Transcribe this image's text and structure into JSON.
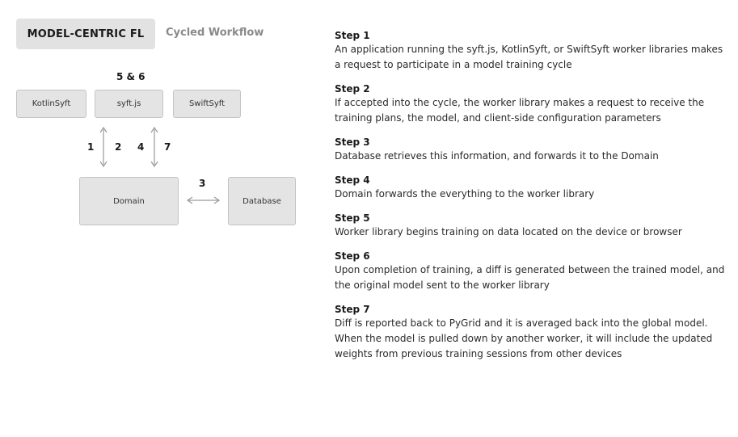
{
  "header": {
    "title": "MODEL-CENTRIC FL",
    "subtitle": "Cycled Workflow"
  },
  "diagram": {
    "nodes": {
      "kotlinsyft": "KotlinSyft",
      "syftjs": "syft.js",
      "swiftsyft": "SwiftSyft",
      "domain": "Domain",
      "database": "Database"
    },
    "labels": {
      "five_six": "5 & 6",
      "one": "1",
      "two": "2",
      "four": "4",
      "seven": "7",
      "three": "3"
    }
  },
  "steps": [
    {
      "title": "Step 1",
      "text": "An application running the syft.js, KotlinSyft, or SwiftSyft worker libraries makes a request to participate in a model training cycle"
    },
    {
      "title": "Step 2",
      "text": "If accepted into the cycle, the worker library makes a request to receive the training plans, the model, and client-side configuration parameters"
    },
    {
      "title": "Step 3",
      "text": "Database retrieves this information, and forwards it to the Domain"
    },
    {
      "title": "Step 4",
      "text": "Domain forwards the everything to the worker library"
    },
    {
      "title": "Step 5",
      "text": "Worker library begins training on data located on the device or browser"
    },
    {
      "title": "Step 6",
      "text": "Upon completion of training, a diff is generated between the trained model, and the original model sent to the worker library"
    },
    {
      "title": "Step 7",
      "text": "Diff is reported back to PyGrid and it is averaged back into the global model. When the model is pulled down by another worker, it will include the updated weights from previous training sessions from other devices"
    }
  ]
}
